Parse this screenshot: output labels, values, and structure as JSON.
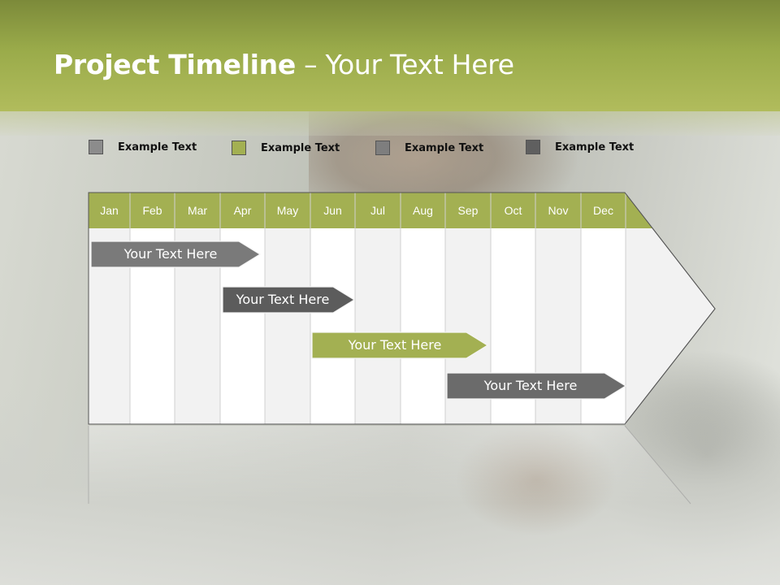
{
  "title": {
    "bold": "Project Timeline",
    "rest": " – Your Text Here"
  },
  "legend": [
    {
      "label": "Example Text",
      "color": "#8c8c8c"
    },
    {
      "label": "Example Text",
      "color": "#a3b052"
    },
    {
      "label": "Example Text",
      "color": "#7e7e7e"
    },
    {
      "label": "Example Text",
      "color": "#5f5f5f"
    }
  ],
  "months": [
    "Jan",
    "Feb",
    "Mar",
    "Apr",
    "May",
    "Jun",
    "Jul",
    "Aug",
    "Sep",
    "Oct",
    "Nov",
    "Dec"
  ],
  "tasks": [
    {
      "label": "Your  Text Here",
      "color": "#7a7a7a"
    },
    {
      "label": "Your  Text Here",
      "color": "#5c5c5c"
    },
    {
      "label": "Your  Text Here",
      "color": "#a3b052"
    },
    {
      "label": "Your  Text Here",
      "color": "#6b6b6b"
    }
  ],
  "colors": {
    "accent": "#9aab4a",
    "header_band": "#a3b052"
  }
}
